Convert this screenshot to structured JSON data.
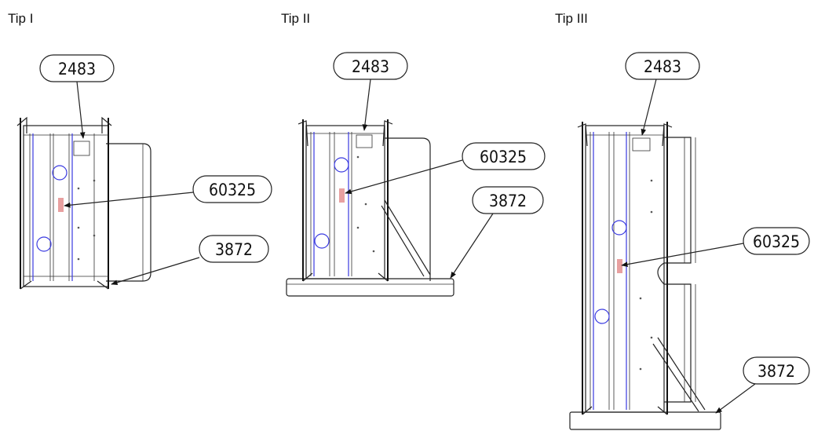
{
  "tips": [
    {
      "title": "Tip I",
      "callouts": [
        "2483",
        "60325",
        "3872"
      ]
    },
    {
      "title": "Tip II",
      "callouts": [
        "2483",
        "60325",
        "3872"
      ]
    },
    {
      "title": "Tip III",
      "callouts": [
        "2483",
        "60325",
        "3872"
      ]
    }
  ],
  "colors": {
    "line": "#222222",
    "circle": "#3a3ae0",
    "label_marker": "#e8a0a0"
  }
}
